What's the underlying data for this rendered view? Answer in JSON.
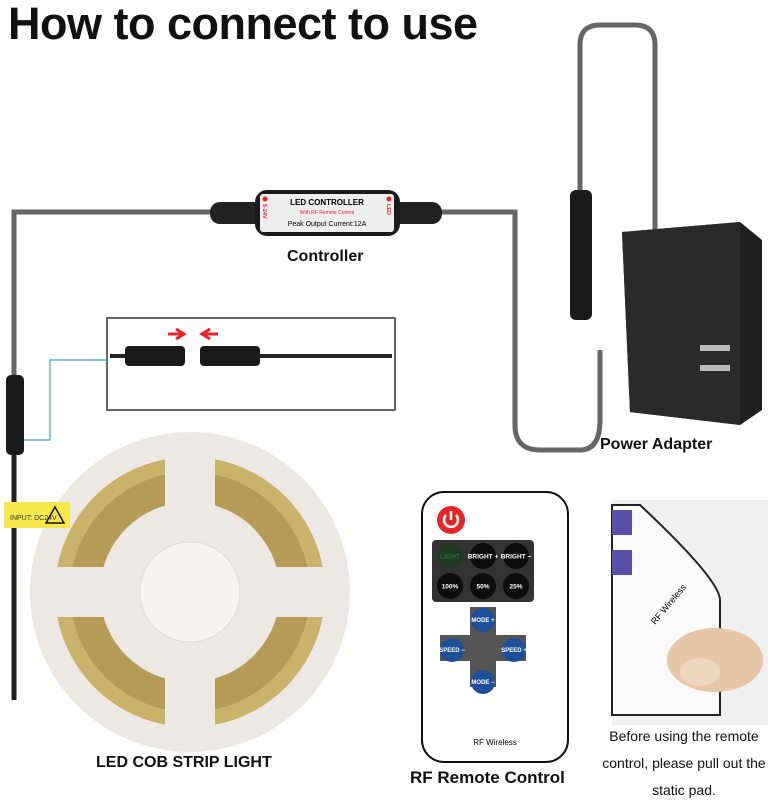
{
  "title": "How to connect to use",
  "controller": {
    "caption": "Controller",
    "label_title": "LED CONTROLLER",
    "label_sub": "With RF Remote Control",
    "label_peak": "Peak Output Current:12A",
    "label_left": "5-24V",
    "label_right": "LED"
  },
  "power_adapter": {
    "caption": "Power Adapter"
  },
  "strip": {
    "caption": "LED COB STRIP LIGHT",
    "tag": "INPUT: DC24V"
  },
  "remote": {
    "caption": "RF Remote Control",
    "buttons": [
      "LIGHT",
      "BRIGHT +",
      "BRIGHT −",
      "100%",
      "50%",
      "25%"
    ],
    "mode_up": "MODE +",
    "mode_down": "MODE −",
    "speed_left": "SPEED −",
    "speed_right": "SPEED +",
    "brand": "RF Wireless"
  },
  "pull_tab": {
    "photo_text": "RF Wireless",
    "note": "Before using the remote control, please pull out the static pad."
  },
  "colors": {
    "accent": "#e8232a",
    "cable": "#555555",
    "blue": "#1e4f9a"
  }
}
